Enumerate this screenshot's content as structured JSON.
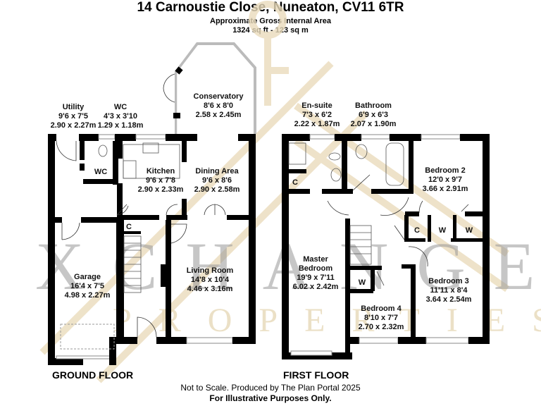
{
  "header": {
    "title": "14 Carnoustie Close, Nuneaton, CV11 6TR",
    "subtitle": "Approximate Gross Internal Area",
    "area": "1324 sq ft - 123 sq m"
  },
  "watermark": {
    "word1": "XCHANGE",
    "word2": "PROPERTIES",
    "color_gray": "#999999",
    "color_tan": "#e7d9b8"
  },
  "ground_floor": {
    "label": "GROUND FLOOR",
    "rooms": [
      {
        "name": "Utility",
        "imperial": "9'6 x 7'5",
        "metric": "2.90 x 2.27m"
      },
      {
        "name": "WC",
        "imperial": "4'3 x 3'10",
        "metric": "1.29 x 1.18m"
      },
      {
        "name": "Conservatory",
        "imperial": "8'6 x 8'0",
        "metric": "2.58 x 2.45m"
      },
      {
        "name": "Kitchen",
        "imperial": "9'6 x 7'8",
        "metric": "2.90 x 2.33m"
      },
      {
        "name": "Dining Area",
        "imperial": "9'6 x 8'6",
        "metric": "2.90 x 2.58m"
      },
      {
        "name": "Garage",
        "imperial": "16'4 x 7'5",
        "metric": "4.98 x 2.27m"
      },
      {
        "name": "Living Room",
        "imperial": "14'8 x 10'4",
        "metric": "4.46 x 3.16m"
      }
    ],
    "small_labels": [
      "WC",
      "C"
    ]
  },
  "first_floor": {
    "label": "FIRST FLOOR",
    "rooms": [
      {
        "name": "En-suite",
        "imperial": "7'3 x 6'2",
        "metric": "2.22 x 1.87m"
      },
      {
        "name": "Bathroom",
        "imperial": "6'9 x 6'3",
        "metric": "2.07 x 1.90m"
      },
      {
        "name": "Bedroom 2",
        "imperial": "12'0 x 9'7",
        "metric": "3.66 x 2.91m"
      },
      {
        "name": "Master",
        "name2": "Bedroom",
        "imperial": "19'9 x 7'11",
        "metric": "6.02 x 2.42m"
      },
      {
        "name": "Bedroom 4",
        "imperial": "8'10 x 7'7",
        "metric": "2.70 x 2.32m"
      },
      {
        "name": "Bedroom 3",
        "imperial": "11'11 x 8'4",
        "metric": "3.64 x 2.54m"
      }
    ],
    "small_labels": [
      "C",
      "C",
      "W",
      "W",
      "W"
    ]
  },
  "footer": {
    "note": "Not to Scale. Produced by The Plan Portal 2025",
    "disclaimer": "For Illustrative Purposes Only."
  }
}
